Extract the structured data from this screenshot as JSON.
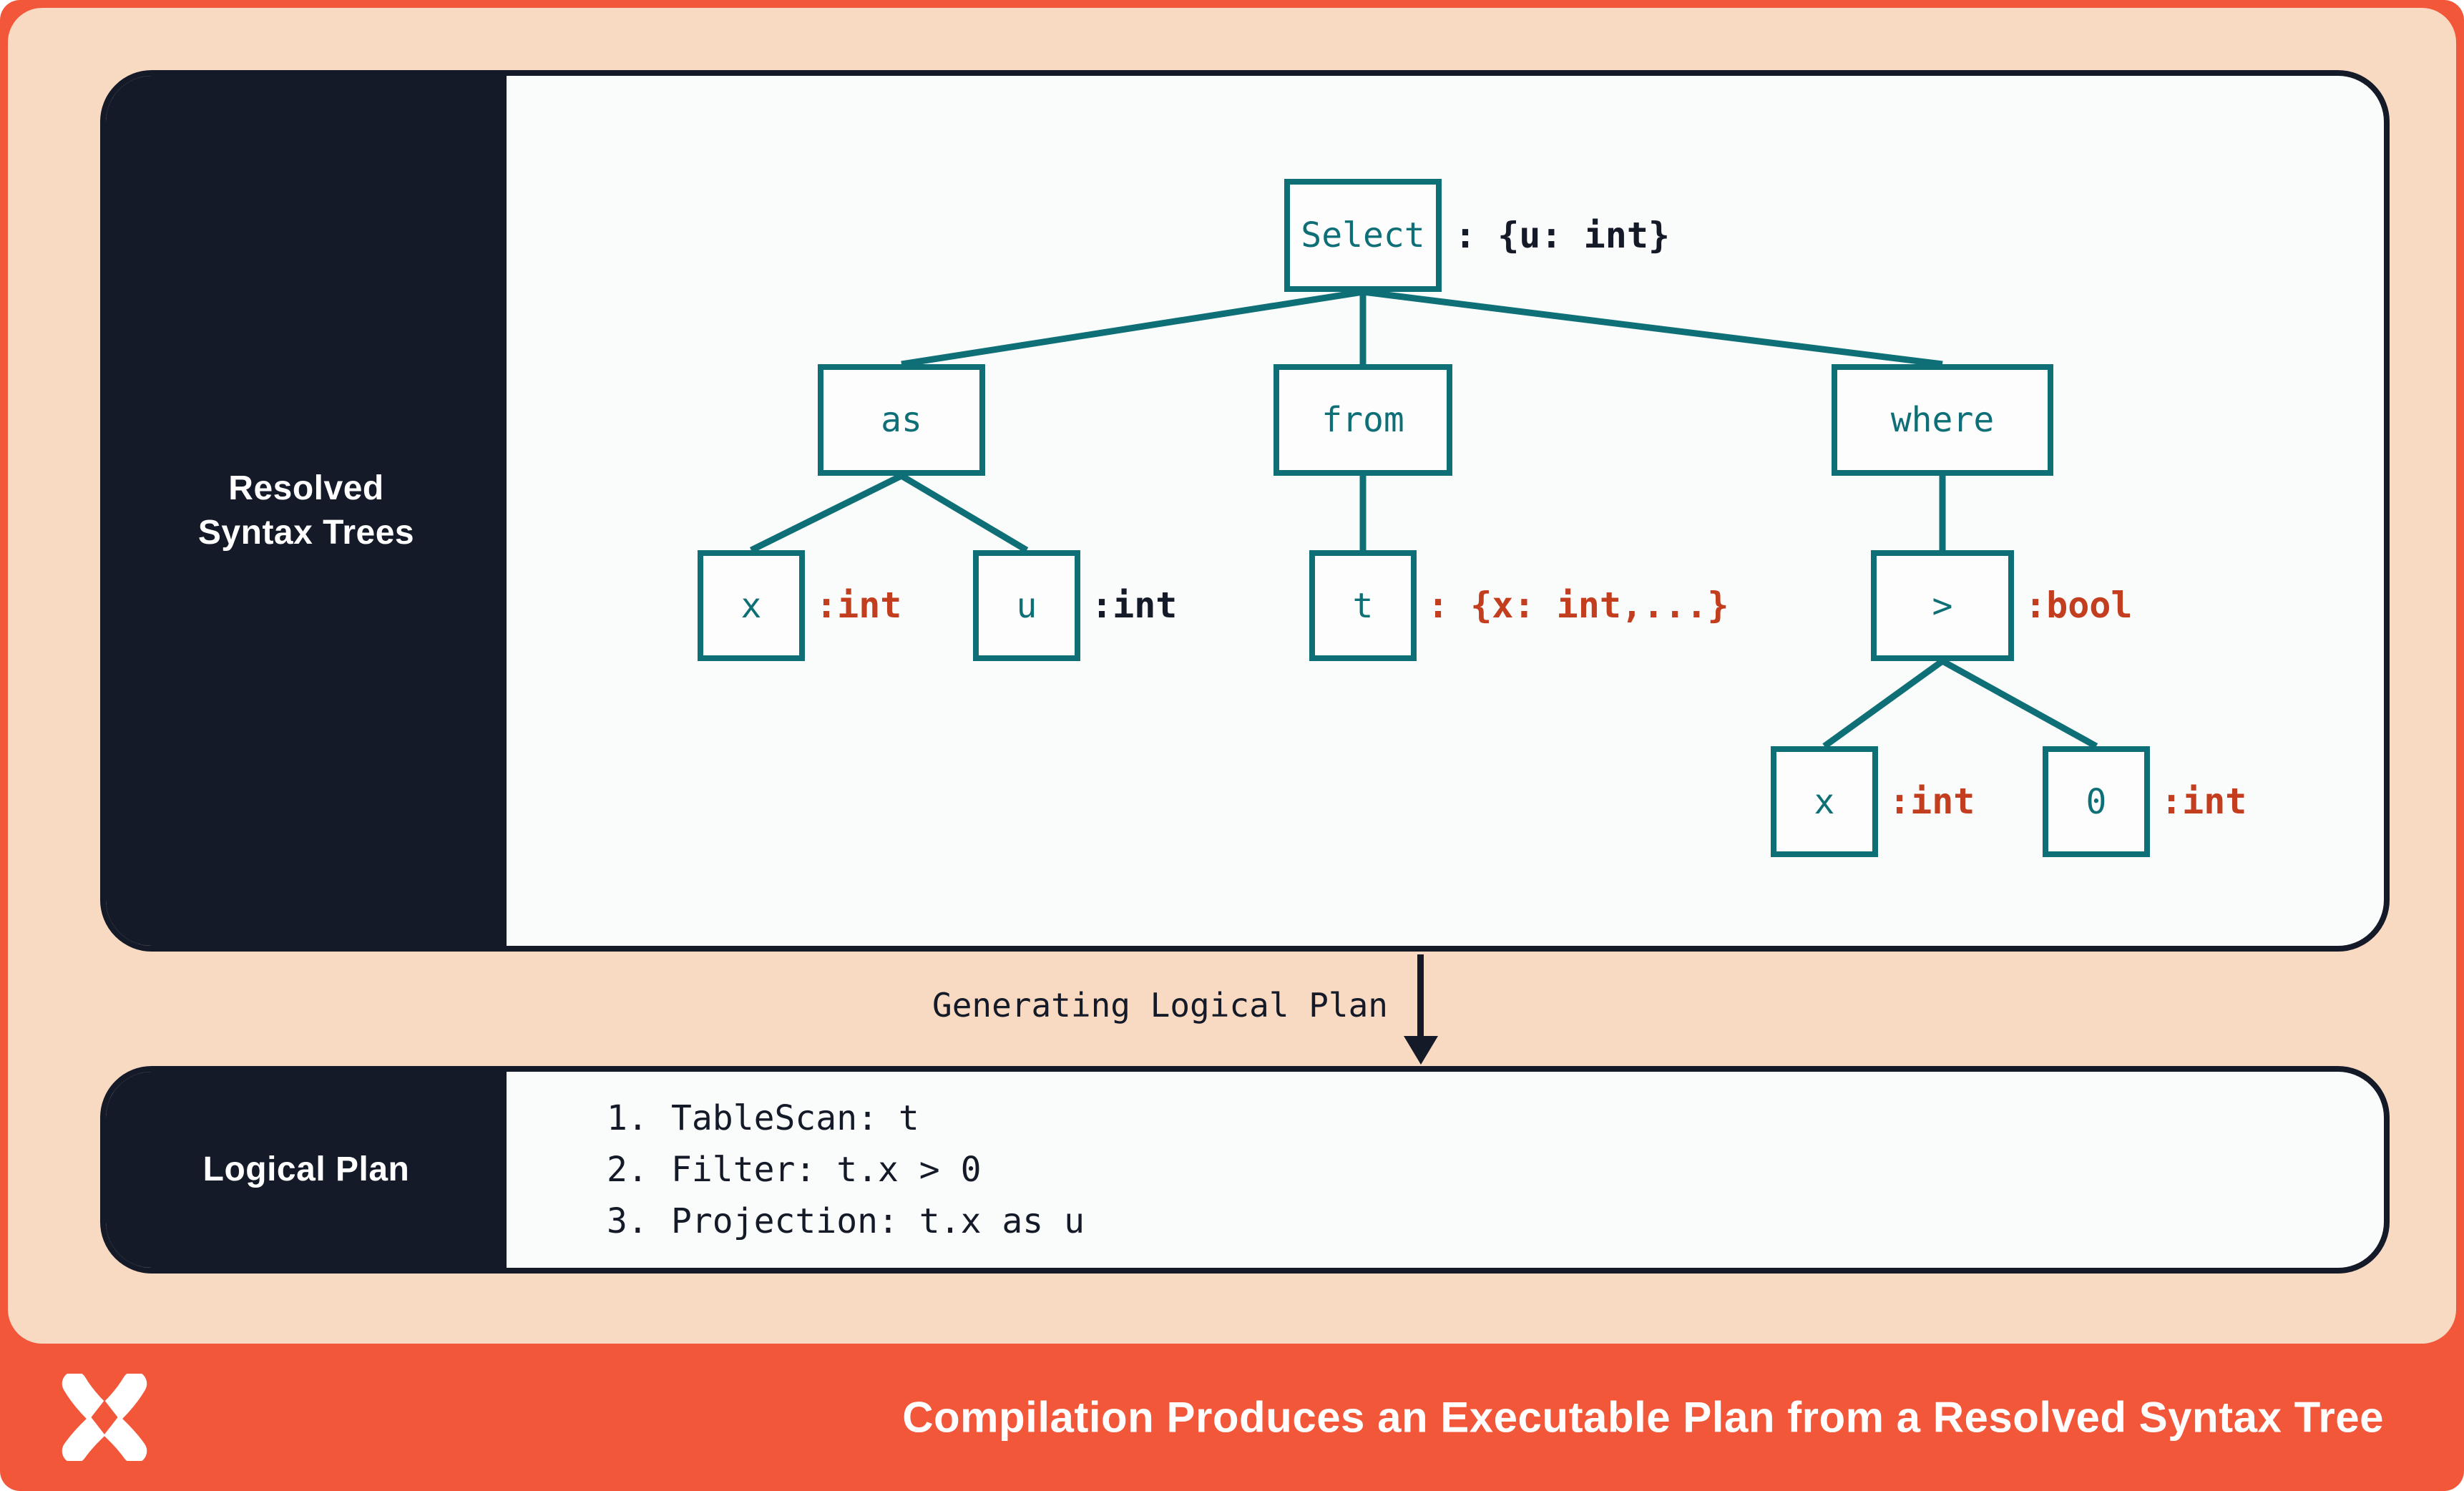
{
  "colors": {
    "coral": "#f3573a",
    "peach": "#f8d9c2",
    "navy": "#141a27",
    "teal": "#0e7076",
    "red": "#c23e1e",
    "panel_background": "#fafbfb"
  },
  "rst": {
    "sidebar_label_line1": "Resolved",
    "sidebar_label_line2": "Syntax Trees",
    "nodes": {
      "select": {
        "label": "Select",
        "annotation": ": {u: int}",
        "annotation_color": "navy"
      },
      "as": {
        "label": "as"
      },
      "from": {
        "label": "from"
      },
      "where": {
        "label": "where"
      },
      "x1": {
        "label": "x",
        "annotation": ":int",
        "annotation_color": "red"
      },
      "u": {
        "label": "u",
        "annotation": ":int",
        "annotation_color": "navy"
      },
      "t": {
        "label": "t",
        "annotation": ": {x: int,...}",
        "annotation_color": "red"
      },
      "gt": {
        "label": ">",
        "annotation": ":bool",
        "annotation_color": "red"
      },
      "zero": {
        "label": "0",
        "annotation": ":int",
        "annotation_color": "red"
      }
    }
  },
  "transition": {
    "label": "Generating Logical Plan"
  },
  "logical_plan": {
    "sidebar_label": "Logical Plan",
    "steps": [
      {
        "num": "1.",
        "text": "TableScan: t"
      },
      {
        "num": "2.",
        "text": "Filter: t.x > 0"
      },
      {
        "num": "3.",
        "text": "Projection: t.x as u"
      }
    ]
  },
  "footer": {
    "logo_icon": "x-cross-logo-icon",
    "title": "Compilation Produces an Executable Plan from a Resolved Syntax Tree"
  }
}
